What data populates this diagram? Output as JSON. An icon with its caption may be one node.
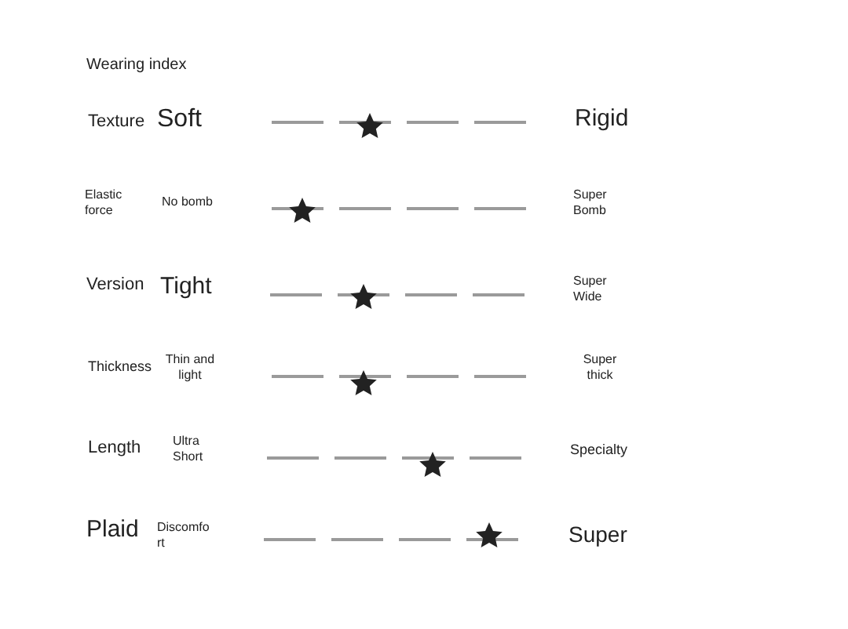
{
  "diagram": {
    "title": "Wearing index",
    "labels": [
      "Texture",
      "Soft",
      "Rigid",
      "Elastic force",
      "No bomb",
      "Super Bomb",
      "Version",
      "Tight",
      "Super Wide",
      "Thickness",
      "Thin and light",
      "Super thick",
      "Length",
      "Ultra Short",
      "Specialty",
      "Plaid",
      "Discomfort",
      "Super"
    ]
  }
}
